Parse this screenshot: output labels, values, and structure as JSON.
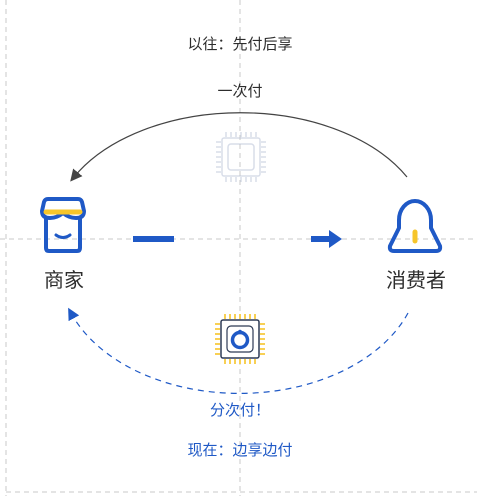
{
  "top_caption": "以往：先付后享",
  "top_arc_label": "一次付",
  "bottom_arc_label": "分次付！",
  "bottom_caption": "现在：边享边付",
  "merchant": {
    "label": "商家",
    "icon": "storefront-icon"
  },
  "consumer": {
    "label": "消费者",
    "icon": "person-icon"
  },
  "center_top_icon": "chip-icon-faded",
  "center_bottom_icon": "chip-icon-logo",
  "colors": {
    "primary_blue": "#1f59c6",
    "accent_yellow": "#f6c52a",
    "dark_text": "#2d2d2d",
    "dashed_border": "#c8c8c8"
  }
}
